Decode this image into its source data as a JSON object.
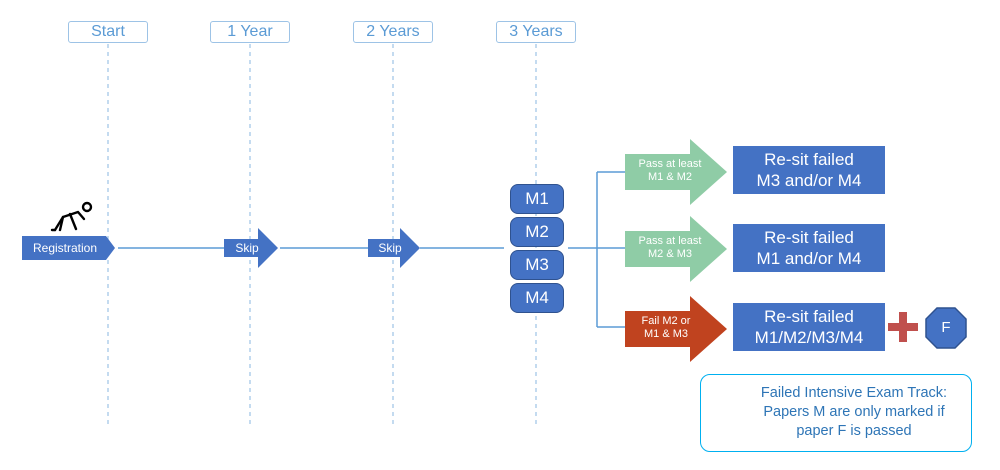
{
  "timeline": {
    "headers": [
      "Start",
      "1 Year",
      "2 Years",
      "3 Years"
    ]
  },
  "steps": {
    "registration": "Registration",
    "skip1": "Skip",
    "skip2": "Skip"
  },
  "modules": [
    "M1",
    "M2",
    "M3",
    "M4"
  ],
  "branches": [
    {
      "condition": [
        "Pass at least",
        "M1 & M2"
      ],
      "result": [
        "Re-sit failed",
        "M3 and/or M4"
      ],
      "color": "#8fcca6"
    },
    {
      "condition": [
        "Pass at least",
        "M2 & M3"
      ],
      "result": [
        "Re-sit failed",
        "M1 and/or M4"
      ],
      "color": "#8fcca6"
    },
    {
      "condition": [
        "Fail M2 or",
        "M1 & M3"
      ],
      "result": [
        "Re-sit failed",
        "M1/M2/M3/M4"
      ],
      "color": "#c0431f"
    }
  ],
  "extra_paper": "F",
  "note": {
    "lines": [
      "Failed Intensive Exam Track:",
      "Papers M are only marked if",
      "paper F is passed"
    ]
  },
  "colors": {
    "primary_blue": "#4472c4",
    "pass_green": "#8fcca6",
    "fail_red": "#c0431f",
    "plus_red": "#c0504d",
    "warning_yellow": "#ffc000",
    "note_border": "#00b0f0"
  },
  "icons": {
    "start": "runner-starting-position-icon",
    "warning": "exclamation-icon",
    "plus": "plus-icon",
    "paper_f": "octagon-icon"
  }
}
